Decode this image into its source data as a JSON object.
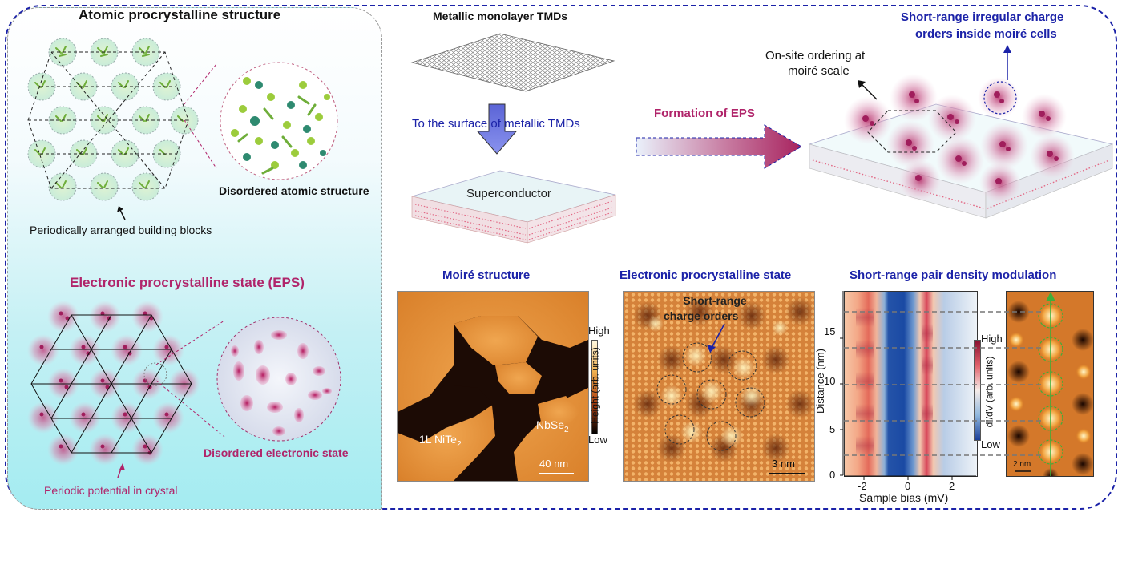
{
  "colors": {
    "frame_dash": "#1b22a8",
    "heading_blue": "#1b22a8",
    "eps_magenta": "#b0246a",
    "atom_green": "#7fb832",
    "atom_teal": "#2e8a70",
    "stm_orange": "#d98a30",
    "stm_dark": "#1a0a04"
  },
  "left": {
    "atomic_title": "Atomic procrystalline structure",
    "disordered_atomic": "Disordered atomic structure",
    "periodic_blocks": "Periodically arranged building blocks",
    "eps_title": "Electronic procrystalline state (EPS)",
    "disordered_electronic": "Disordered electronic state",
    "periodic_potential": "Periodic potential in crystal"
  },
  "top": {
    "monolayer_title": "Metallic monolayer TMDs",
    "to_surface": "To the surface of metallic TMDs",
    "superconductor": "Superconductor",
    "formation": "Formation of EPS",
    "onsite_line1": "On-site ordering at",
    "onsite_line2": "moiré scale",
    "short_range_line1": "Short-range irregular charge",
    "short_range_line2": "orders inside moiré cells"
  },
  "moire": {
    "title": "Moiré structure",
    "label_nite": "1L NiTe",
    "label_nite_sub": "2",
    "label_nbse": "NbSe",
    "label_nbse_sub": "2",
    "scalebar": "40 nm",
    "cbar_high": "High",
    "cbar_low": "Low",
    "cbar_label": "Height (arb. units)"
  },
  "eps_panel": {
    "title": "Electronic procrystalline state",
    "annotation_line1": "Short-range",
    "annotation_line2": "charge orders",
    "scalebar": "3 nm"
  },
  "pdm": {
    "title": "Short-range pair density modulation",
    "ylabel": "Distance (nm)",
    "xlabel": "Sample bias (mV)",
    "yticks": [
      "0",
      "5",
      "10",
      "15"
    ],
    "xticks": [
      "-2",
      "0",
      "2"
    ],
    "cbar_high": "High",
    "cbar_low": "Low",
    "cbar_label": "dI/dV (arb. units)",
    "scalebar": "2 nm"
  }
}
